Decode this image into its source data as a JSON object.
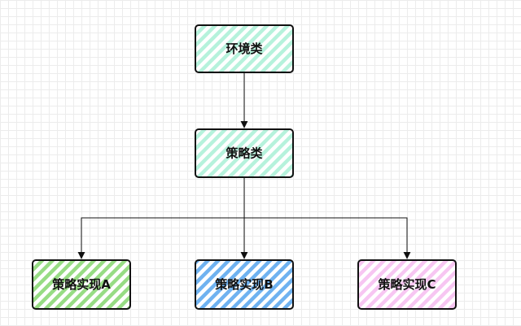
{
  "diagram": {
    "type": "class-hierarchy",
    "nodes": {
      "environment": {
        "label": "环境类",
        "fill": "#b6f2dc"
      },
      "strategy": {
        "label": "策略类",
        "fill": "#b6f2dc"
      },
      "impl_a": {
        "label": "策略实现A",
        "fill": "#97dc84"
      },
      "impl_b": {
        "label": "策略实现B",
        "fill": "#6fb2f0"
      },
      "impl_c": {
        "label": "策略实现C",
        "fill": "#f7c6f2"
      }
    },
    "edges": [
      {
        "from": "environment",
        "to": "strategy"
      },
      {
        "from": "strategy",
        "to": "impl_a"
      },
      {
        "from": "strategy",
        "to": "impl_b"
      },
      {
        "from": "strategy",
        "to": "impl_c"
      }
    ],
    "colors": {
      "stroke": "#111111",
      "background": "#ffffff",
      "grid": "#ececec"
    }
  }
}
